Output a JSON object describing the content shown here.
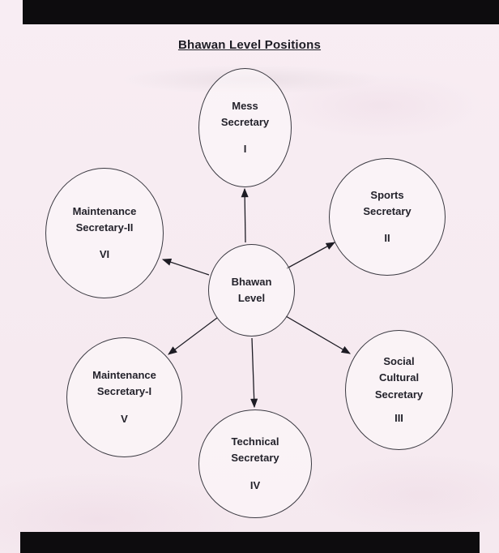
{
  "title": "Bhawan Level Positions",
  "colors": {
    "paper": "#f7ecf2",
    "ink": "#1d1c24",
    "scan_bar": "#0d0c0e"
  },
  "center_node": {
    "label": "Bhawan\nLevel"
  },
  "nodes": [
    {
      "label": "Mess\nSecretary",
      "numeral": "I"
    },
    {
      "label": "Sports\nSecretary",
      "numeral": "II"
    },
    {
      "label": "Social\nCultural\nSecretary",
      "numeral": "III"
    },
    {
      "label": "Technical\nSecretary",
      "numeral": "IV"
    },
    {
      "label": "Maintenance\nSecretary-I",
      "numeral": "V"
    },
    {
      "label": "Maintenance\nSecretary-II",
      "numeral": "VI"
    }
  ],
  "edges": [
    {
      "from": "Bhawan Level",
      "to": "Mess Secretary"
    },
    {
      "from": "Bhawan Level",
      "to": "Sports Secretary"
    },
    {
      "from": "Bhawan Level",
      "to": "Social Cultural Secretary"
    },
    {
      "from": "Bhawan Level",
      "to": "Technical Secretary"
    },
    {
      "from": "Bhawan Level",
      "to": "Maintenance Secretary-I"
    },
    {
      "from": "Bhawan Level",
      "to": "Maintenance Secretary-II"
    }
  ]
}
